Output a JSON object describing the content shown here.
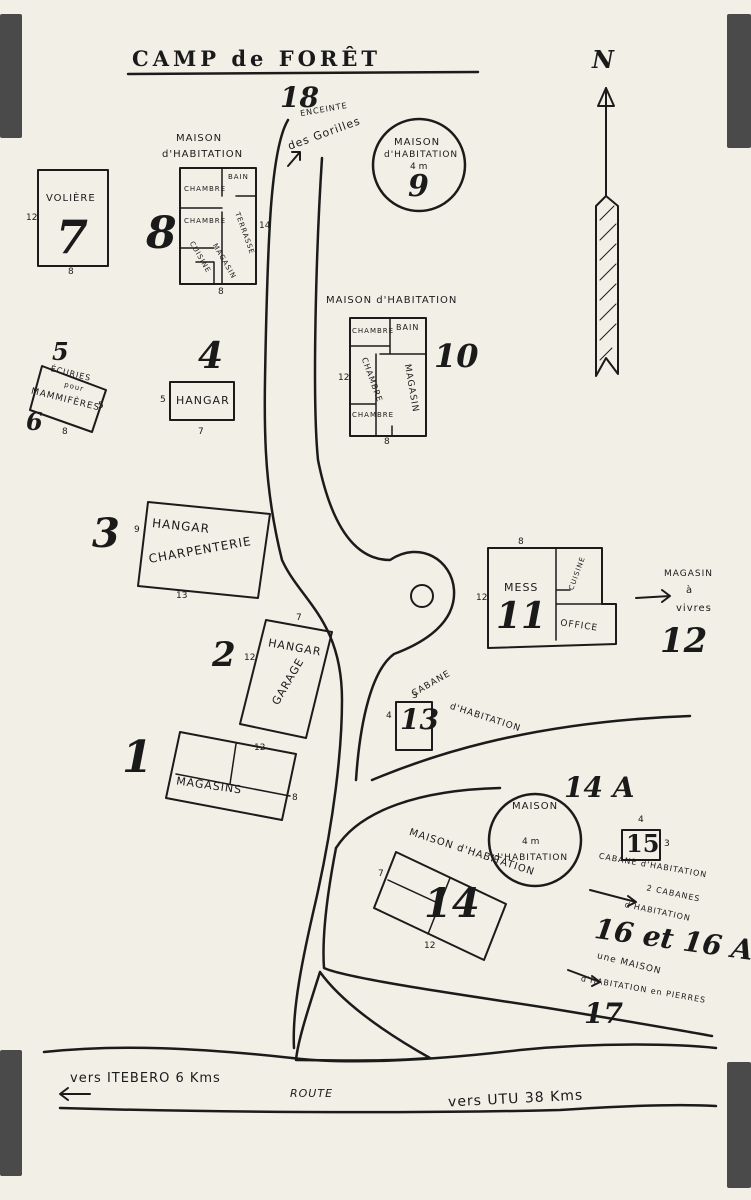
{
  "title": "CAMP de FORÊT",
  "north": "N",
  "roads": {
    "route": "ROUTE",
    "left_dest": "vers ITEBERO 6 Kms",
    "right_dest": "vers UTU 38 Kms"
  },
  "buildings": {
    "b18": {
      "number": "18",
      "label_1": "ENCEINTE",
      "label_2": "des Gorilles"
    },
    "b9": {
      "number": "9",
      "label_1": "MAISON",
      "label_2": "d'HABITATION",
      "dim": "4 m"
    },
    "b8": {
      "number": "8",
      "label_1": "MAISON",
      "label_2": "d'HABITATION",
      "room_1": "BAIN",
      "room_2": "CHAMBRE",
      "room_3": "CHAMBRE",
      "room_4": "TERRASSE",
      "room_5": "CUISINE",
      "room_6": "MAGASIN",
      "dim_w": "8",
      "dim_h": "14"
    },
    "b7": {
      "number": "7",
      "label": "VOLIÈRE",
      "dim_w": "8",
      "dim_h": "12"
    },
    "b5_6": {
      "number_top": "5",
      "number_bottom": "6",
      "label_1": "ÉCURIES",
      "label_2": "pour",
      "label_3": "MAMMIFÈRES",
      "dim_w": "8",
      "dim_h": "5"
    },
    "b4": {
      "number": "4",
      "label": "HANGAR",
      "dim_w": "7",
      "dim_h": "5"
    },
    "b10": {
      "number": "10",
      "label": "MAISON d'HABITATION",
      "room_1": "CHAMBRE",
      "room_2": "BAIN",
      "room_3": "CHAMBRE",
      "room_4": "MAGASIN",
      "room_5": "CHAMBRE",
      "dim_w": "8",
      "dim_h": "12"
    },
    "b3": {
      "number": "3",
      "label_1": "HANGAR",
      "label_2": "CHARPENTERIE",
      "dim_w": "13",
      "dim_h": "9"
    },
    "b11": {
      "number": "11",
      "label": "MESS",
      "room_1": "CUISINE",
      "room_2": "OFFICE",
      "dim_w": "8",
      "dim_h": "12"
    },
    "b12": {
      "number": "12",
      "label_1": "MAGASIN",
      "label_2": "à",
      "label_3": "vivres"
    },
    "b2": {
      "number": "2",
      "label_1": "HANGAR",
      "label_2": "GARAGE",
      "dim_w": "7",
      "dim_h": "12"
    },
    "b13": {
      "number": "13",
      "label_1": "CABANE",
      "label_2": "d'HABITATION",
      "dim_w": "3",
      "dim_h": "4"
    },
    "b1": {
      "number": "1",
      "label": "MAGASINS",
      "dim_w": "12",
      "dim_h": "8"
    },
    "b14a": {
      "number": "14 A",
      "label_1": "MAISON",
      "label_2": "d'HABITATION",
      "dim": "4 m"
    },
    "b14": {
      "number": "14",
      "label": "MAISON d'HABITATION",
      "dim_w": "12",
      "dim_h": "7"
    },
    "b15": {
      "number": "15",
      "label": "CABANE d'HABITATION",
      "dim_w": "4",
      "dim_h": "3"
    },
    "b16": {
      "number": "16 et 16 A",
      "label_1": "2 CABANES",
      "label_2": "d'HABITATION"
    },
    "b17": {
      "number": "17",
      "label_1": "une MAISON",
      "label_2": "d'HABITATION en PIERRES"
    }
  }
}
